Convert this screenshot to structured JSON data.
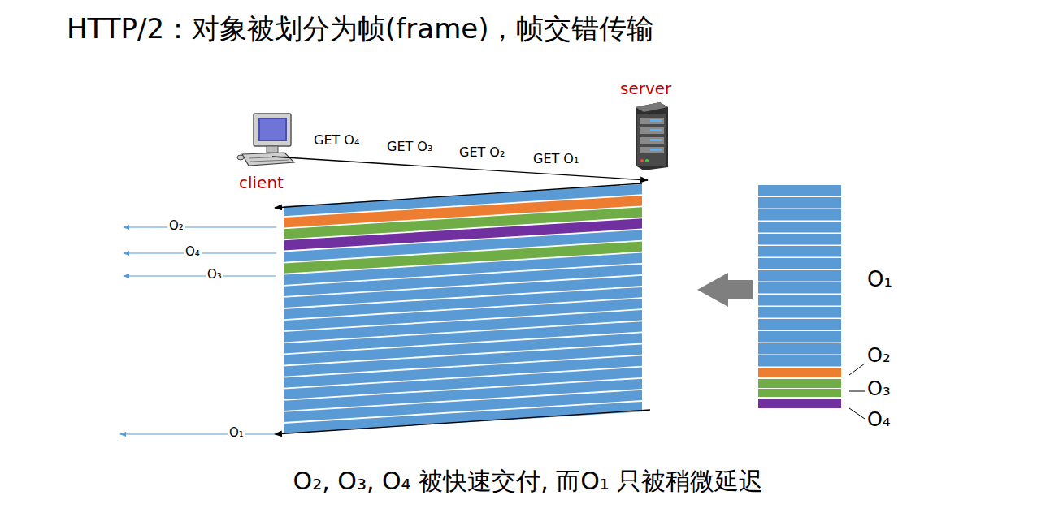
{
  "diagram": {
    "title": "HTTP/2：对象被划分为帧(frame)，帧交错传输",
    "caption": "O₂, O₃, O₄ 被快速交付, 而O₁ 只被稍微延迟",
    "labels": [
      "client",
      "server",
      "GET O₄",
      "GET O₃",
      "GET O₂",
      "GET O₁",
      "O₂",
      "O₄",
      "O₃",
      "O₁",
      "O₁",
      "O₂",
      "O₃",
      "O₄"
    ]
  }
}
